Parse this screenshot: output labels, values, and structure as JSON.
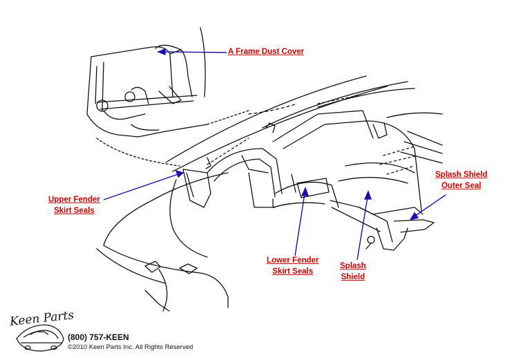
{
  "callouts": {
    "a_frame_dust_cover": "A Frame Dust Cover",
    "upper_fender_skirt_seals": [
      "Upper Fender",
      "Skirt Seals"
    ],
    "lower_fender_skirt_seals": [
      "Lower Fender",
      "Skirt Seals"
    ],
    "splash_shield": [
      "Splash",
      "Shield"
    ],
    "splash_shield_outer_seal": [
      "Splash Shield",
      "Outer Seal"
    ]
  },
  "footer": {
    "brand_script": "Keen Parts",
    "phone": "(800) 757-KEEN",
    "copyright": "©2010 Keen Parts Inc. All Rights Reserved"
  },
  "colors": {
    "label": "#d00000",
    "leader": "#1a10a8",
    "line_art": "#111111"
  }
}
